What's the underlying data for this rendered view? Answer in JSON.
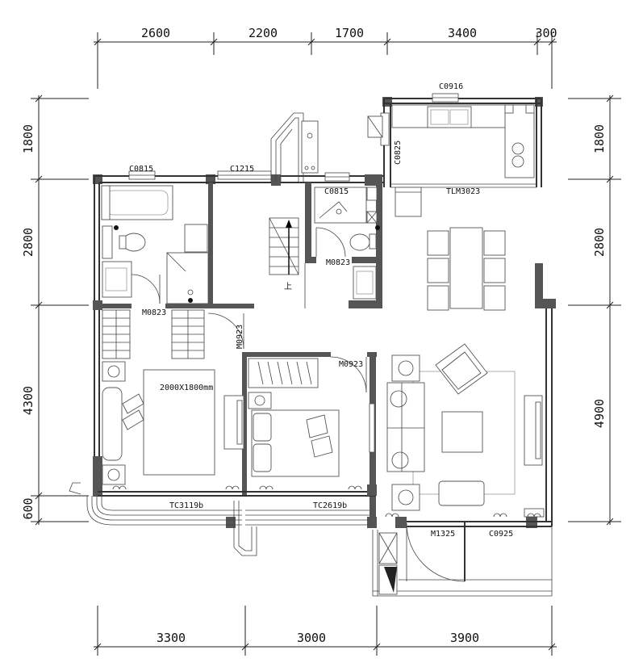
{
  "dimensions": {
    "top": [
      "2600",
      "2200",
      "1700",
      "3400",
      "300"
    ],
    "bottom": [
      "3300",
      "3000",
      "3900"
    ],
    "left": [
      "1800",
      "2800",
      "4300",
      "600"
    ],
    "right": [
      "1800",
      "2800",
      "4900"
    ]
  },
  "labels": {
    "c0916": "C0916",
    "c0815_a": "C0815",
    "c1215": "C1215",
    "c0815_b": "C0815",
    "c0825": "C0825",
    "tlm3023": "TLM3023",
    "m0823_a": "M0823",
    "m0823_b": "M0823",
    "m0923_a": "M0923",
    "m0923_b": "M0923",
    "tc3119b": "TC3119b",
    "tc2619b": "TC2619b",
    "m1325": "M1325",
    "c0925": "C0925",
    "stair_up": "上",
    "bed_size": "2000X1800mm"
  }
}
